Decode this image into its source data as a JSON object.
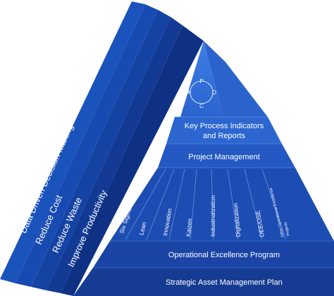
{
  "colors": {
    "side_dark": "#0f2f7d",
    "side_mid": "#14409e",
    "front_top": "#2f6cd8",
    "front_mid": "#2259c2",
    "front_dark": "#143f98",
    "base": "#0d2a70",
    "text": "#ffffff"
  },
  "pdca": {
    "p": "P",
    "d": "D",
    "c": "C",
    "a": "A"
  },
  "bands": {
    "kpi_line1": "Key Process Indicators",
    "kpi_line2": "and Reports",
    "project": "Project Management",
    "opex": "Operational Excellence Program",
    "asset": "Strategic Asset Management Plan"
  },
  "pillars": {
    "six_sigma": "Six Sigma",
    "lean": "Lean",
    "innovation": "Innovation",
    "kaizen": "Kaizen",
    "industrialization": "Industrialization",
    "digitalization": "Digitalization",
    "oee": "OEE/OSE",
    "other_line1": "Other Operational Excellence",
    "other_line2": "Projects"
  },
  "side": {
    "data_driven": "Data Driven Decision Making",
    "reduce_cost": "Reduce Cost",
    "reduce_waste": "Reduce Waste",
    "improve_productivity": "Improve Productivity"
  }
}
